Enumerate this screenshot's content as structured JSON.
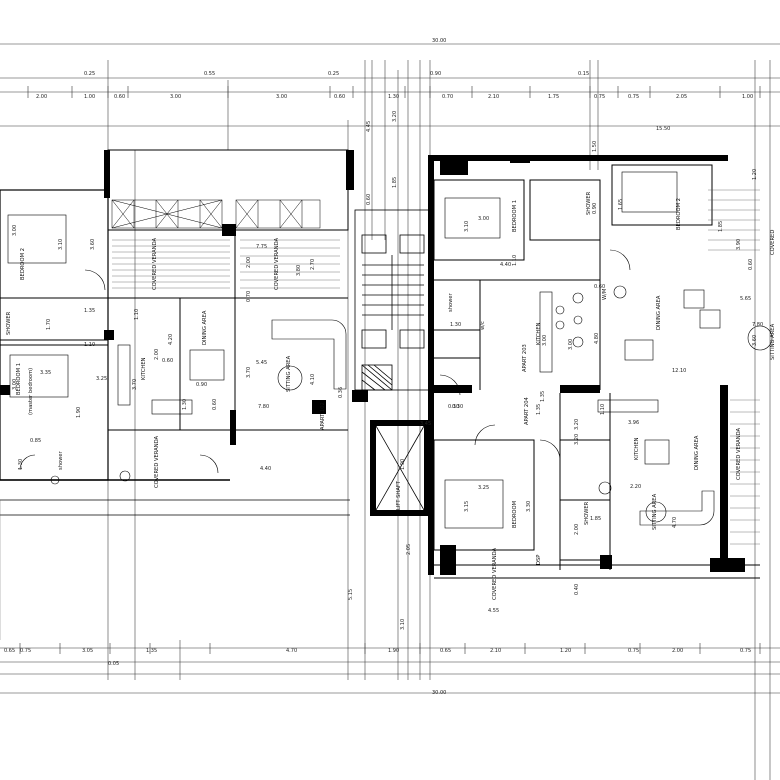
{
  "plan": {
    "overall_dims": [
      "30.00",
      "30.00"
    ],
    "top_dims_row1": [
      "0.25",
      "0.55",
      "0.25",
      "0.90",
      "0.15"
    ],
    "top_dims_row2": [
      "2.00",
      "1.00",
      "0.60",
      "3.00",
      "3.00",
      "0.60",
      "1.30",
      "0.70",
      "2.10",
      "1.75",
      "0.75",
      "0.75",
      "2.05",
      "1.00"
    ],
    "top_dims_row3": [
      "15.50"
    ],
    "bottom_dims": [
      "0.75",
      "3.05",
      "1.35",
      "4.70",
      "1.90",
      "0.65",
      "2.10",
      "1.20",
      "0.75",
      "2.00",
      "0.75"
    ],
    "bottom_dims_b": [
      "0.65",
      "0.05"
    ],
    "vertical_dims": [
      "4.45",
      "3.20",
      "1.85",
      "0.60",
      "2.05",
      "5.15",
      "3.10",
      "0.40",
      "3.20",
      "1.50",
      "1.20",
      "3.60",
      "1.35"
    ],
    "misc_dims": [
      "3.00",
      "3.10",
      "3.60",
      "1.70",
      "1.35",
      "1.10",
      "3.00",
      "3.35",
      "1.90",
      "0.85",
      "1.30",
      "3.25",
      "3.70",
      "2.00",
      "1.10",
      "4.20",
      "0.60",
      "0.90",
      "1.30",
      "0.60",
      "7.75",
      "2.00",
      "0.70",
      "3.80",
      "2.70",
      "3.70",
      "5.45",
      "4.10",
      "7.80",
      "0.30",
      "4.40",
      "3.45",
      "0.36",
      "1.90",
      "3.10",
      "3.00",
      "4.40",
      "1.10",
      "3.00",
      "4.80",
      "12.10",
      "7.80",
      "5.65",
      "3.90",
      "0.60",
      "1.85",
      "3.25",
      "3.30",
      "3.15",
      "3.20",
      "3.96",
      "4.70",
      "2.20",
      "1.85",
      "2.00",
      "4.55",
      "0.30",
      "1.35",
      "1.10",
      "1.30",
      "0.60",
      "3.00",
      "1.65",
      "0.90"
    ],
    "rooms": {
      "bedroom2_left": "BEDROOM 2",
      "shower_left": "SHOWER",
      "bedroom1_left": "BEDROOM 1",
      "bedroom1_left_sub": "(master bedroom)",
      "shower_left2": "shower",
      "covered_veranda_1": "COVERED VERANDA",
      "covered_veranda_2": "COVERED VERANDA",
      "covered_veranda_3": "COVERED VERANDA",
      "kitchen_left": "KITCHEN",
      "dining_left": "DINING AREA",
      "sitting_left": "SITTING AREA",
      "apart_102": "APART 102",
      "bedroom1_top": "BEDROOM 1",
      "shower_top": "SHOWER",
      "bedroom2_top": "BEDROOM 2",
      "covered_veranda_right": "COVERED",
      "kitchen_top": "KITCHEN",
      "apart_203": "APART 203",
      "wm": "W/M",
      "dining_top": "DINING AREA",
      "sitting_top": "SITTING AREA",
      "shower_small": "shower",
      "wc": "w/c",
      "apart_204": "APART 204",
      "bedroom_bottom": "BEDROOM",
      "shower_bottom": "SHOWER",
      "kitchen_bottom": "KITCHEN",
      "dining_bottom": "DINING AREA",
      "covered_veranda_bottom_right": "COVERED VERANDA",
      "sitting_bottom": "SITTING AREA",
      "covered_veranda_bottom": "COVERED VERANDA",
      "lift": "LIFT SHAFT",
      "dsp": "DSP"
    }
  }
}
